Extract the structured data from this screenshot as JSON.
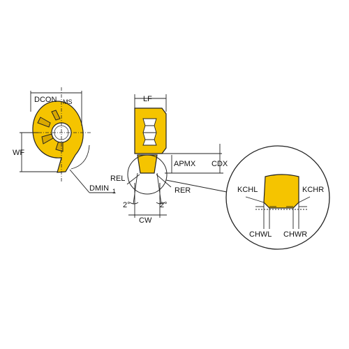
{
  "labels": {
    "dcon": "DCON",
    "dcon_sub": "MS",
    "wf": "WF",
    "dmin": "DMIN",
    "dmin_sub": "1",
    "lf": "LF",
    "apmx": "APMX",
    "cdx": "CDX",
    "rel": "REL",
    "rer": "RER",
    "angle_left": "2°",
    "angle_right": "2°",
    "cw": "CW",
    "kchl": "KCHL",
    "kchr": "KCHR",
    "chwl": "CHWL",
    "chwr": "CHWR"
  },
  "colors": {
    "insert": "#f5c400",
    "insert_shadow": "#d9a800",
    "lines": "#222222",
    "background": "#ffffff"
  }
}
